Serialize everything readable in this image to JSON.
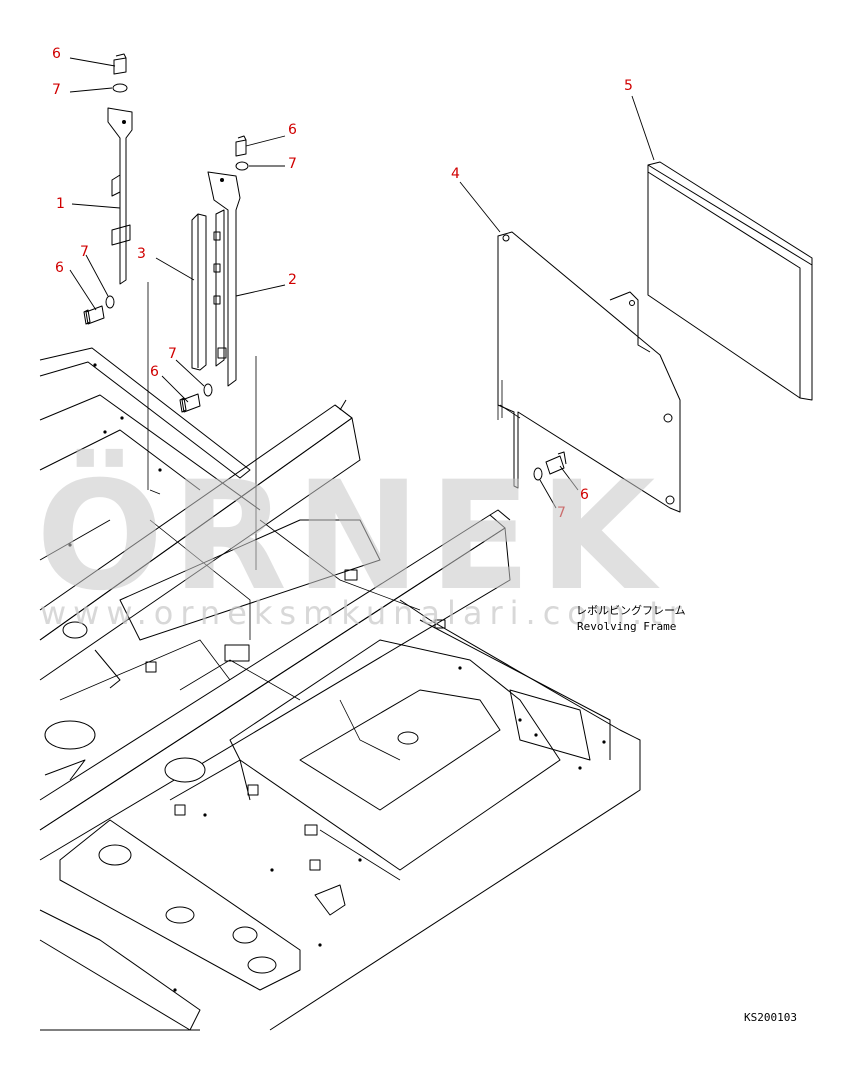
{
  "callouts": [
    "1",
    "2",
    "3",
    "4",
    "5",
    "6",
    "7"
  ],
  "callout_color": "#d00000",
  "part_label": {
    "japanese": "レボルビングフレーム",
    "english": "Revolving Frame"
  },
  "drawing_number": "KS200103",
  "watermark": {
    "brand": "ÖRNEK",
    "url": "www.orneksmkunalari.com.tr",
    "color": "#c8c8c8"
  }
}
